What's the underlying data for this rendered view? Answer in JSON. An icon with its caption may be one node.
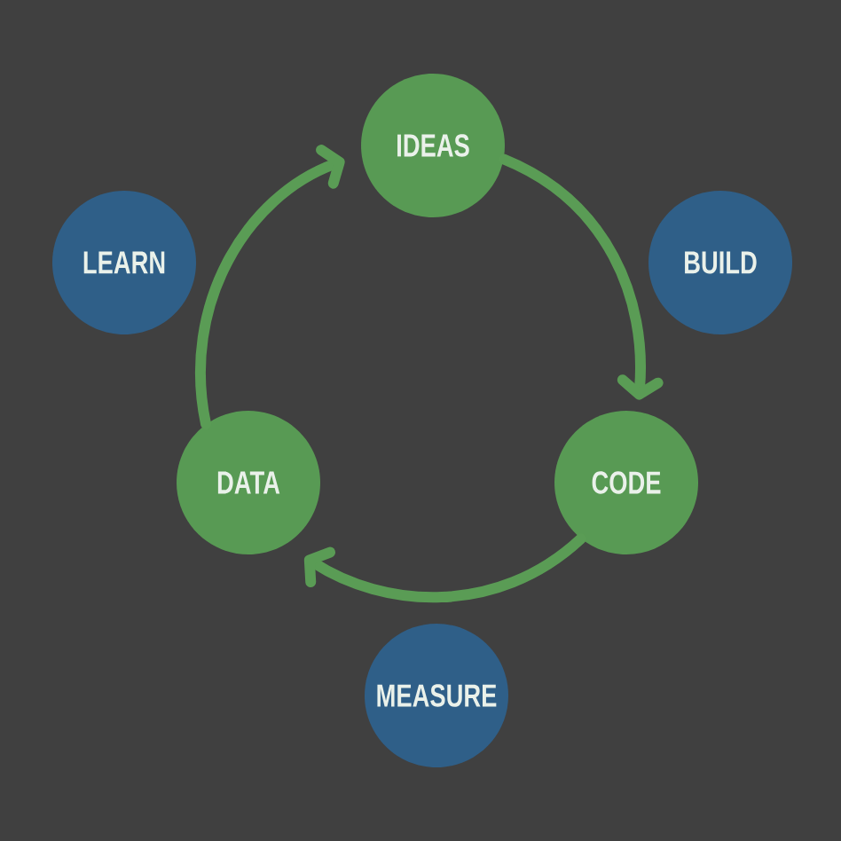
{
  "diagram": {
    "nodes": [
      {
        "text": [
          "IDEAS"
        ]
      },
      {
        "text": [
          "LEARN"
        ]
      },
      {
        "text": [
          "BUILD"
        ]
      },
      {
        "text": [
          "DATA"
        ]
      },
      {
        "text": [
          "CODE"
        ]
      },
      {
        "text": [
          "MEASURE"
        ]
      }
    ],
    "edges": [
      {
        "from": 0,
        "to": 4,
        "arrow": "to"
      },
      {
        "from": 4,
        "to": 3,
        "arrow": "to"
      },
      {
        "from": 3,
        "to": 0,
        "arrow": "to"
      }
    ]
  }
}
